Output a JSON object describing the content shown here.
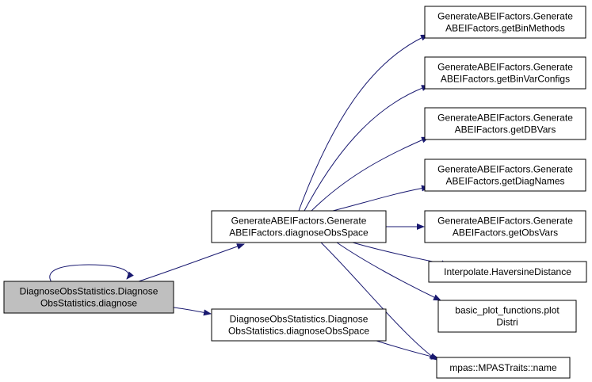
{
  "colors": {
    "edge": "#191970",
    "node_border": "#000000",
    "node_fill": "#ffffff",
    "selected_fill": "#bfbfbf"
  },
  "nodes": [
    {
      "id": "n_root",
      "selected": true,
      "lines": [
        "DiagnoseObsStatistics.Diagnose",
        "ObsStatistics.diagnose"
      ]
    },
    {
      "id": "n_gen_diag",
      "selected": false,
      "lines": [
        "GenerateABEIFactors.Generate",
        "ABEIFactors.diagnoseObsSpace"
      ]
    },
    {
      "id": "n_dos_diag",
      "selected": false,
      "lines": [
        "DiagnoseObsStatistics.Diagnose",
        "ObsStatistics.diagnoseObsSpace"
      ]
    },
    {
      "id": "n_binmethods",
      "selected": false,
      "lines": [
        "GenerateABEIFactors.Generate",
        "ABEIFactors.getBinMethods"
      ]
    },
    {
      "id": "n_binvarcfg",
      "selected": false,
      "lines": [
        "GenerateABEIFactors.Generate",
        "ABEIFactors.getBinVarConfigs"
      ]
    },
    {
      "id": "n_dbvars",
      "selected": false,
      "lines": [
        "GenerateABEIFactors.Generate",
        "ABEIFactors.getDBVars"
      ]
    },
    {
      "id": "n_diagnames",
      "selected": false,
      "lines": [
        "GenerateABEIFactors.Generate",
        "ABEIFactors.getDiagNames"
      ]
    },
    {
      "id": "n_obsvars",
      "selected": false,
      "lines": [
        "GenerateABEIFactors.Generate",
        "ABEIFactors.getObsVars"
      ]
    },
    {
      "id": "n_haversine",
      "selected": false,
      "lines": [
        "Interpolate.HaversineDistance"
      ]
    },
    {
      "id": "n_plotdistri",
      "selected": false,
      "lines": [
        "basic_plot_functions.plot",
        "Distri"
      ]
    },
    {
      "id": "n_mpasname",
      "selected": false,
      "lines": [
        "mpas::MPASTraits::name"
      ]
    }
  ],
  "edges": [
    {
      "from": "n_root",
      "to": "n_root"
    },
    {
      "from": "n_root",
      "to": "n_gen_diag"
    },
    {
      "from": "n_root",
      "to": "n_dos_diag"
    },
    {
      "from": "n_gen_diag",
      "to": "n_binmethods"
    },
    {
      "from": "n_gen_diag",
      "to": "n_binvarcfg"
    },
    {
      "from": "n_gen_diag",
      "to": "n_dbvars"
    },
    {
      "from": "n_gen_diag",
      "to": "n_diagnames"
    },
    {
      "from": "n_gen_diag",
      "to": "n_obsvars"
    },
    {
      "from": "n_gen_diag",
      "to": "n_haversine"
    },
    {
      "from": "n_gen_diag",
      "to": "n_plotdistri"
    },
    {
      "from": "n_gen_diag",
      "to": "n_mpasname"
    },
    {
      "from": "n_dos_diag",
      "to": "n_mpasname"
    }
  ]
}
